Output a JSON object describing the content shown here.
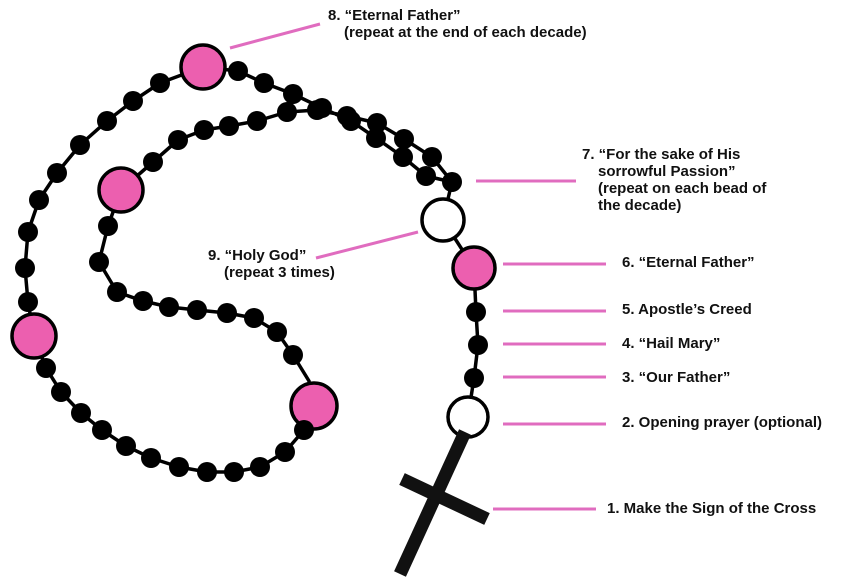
{
  "colors": {
    "bead": "#000000",
    "mystery_bead": "#ec5faf",
    "opening_bead": "#ffffff",
    "cross": "#111111",
    "pointer_line": "#e06cbf"
  },
  "icons": {
    "cross": "cross-icon",
    "bead": "bead-icon"
  },
  "labels": {
    "step1": "1. Make the Sign of the Cross",
    "step2": "2. Opening prayer (optional)",
    "step3": "3. “Our Father”",
    "step4": "4. “Hail Mary”",
    "step5": "5. Apostle’s Creed",
    "step6": "6. “Eternal Father”",
    "step7_line1": "7. “For the sake of His",
    "step7_line2": "sorrowful Passion”",
    "step7_line3": "(repeat on each bead of",
    "step7_line4": "the decade)",
    "step8_line1": "8. “Eternal Father”",
    "step8_line2": "(repeat at the end of each decade)",
    "step9_line1": "9. “Holy God”",
    "step9_line2": "(repeat 3 times)"
  }
}
